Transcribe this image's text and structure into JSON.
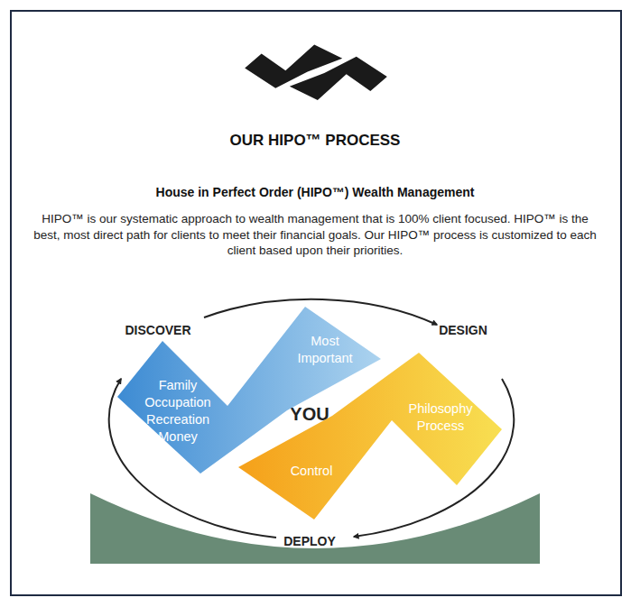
{
  "diagram": {
    "title": "OUR HIPO™ PROCESS",
    "nodes": [
      {
        "text": [
          "Family Occupation Recreation Money",
          "Most Important"
        ]
      },
      {
        "text": [
          "Philosophy Process",
          "Control"
        ]
      }
    ],
    "labels": [
      "House in Perfect Order (HIPO™) Wealth Management",
      "HIPO™ is our systematic approach to wealth management that is 100% client focused. HIPO™ is the best, most direct path for clients to meet their financial goals. Our HIPO™ process is customized to each client based upon their priorities.",
      "DISCOVER",
      "DESIGN",
      "DEPLOY",
      "YOU"
    ]
  }
}
